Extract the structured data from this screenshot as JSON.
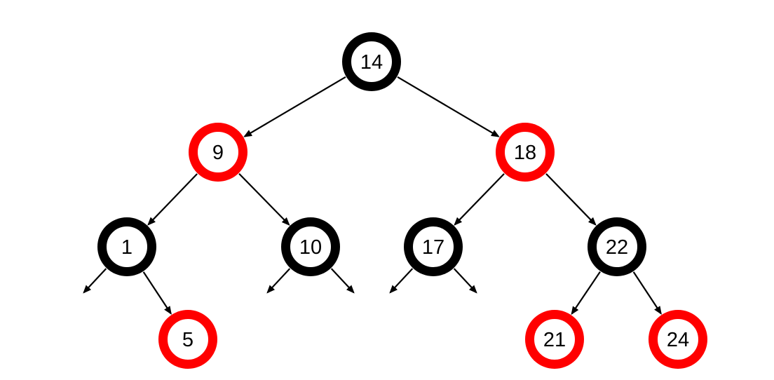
{
  "diagram": {
    "type": "red-black-tree",
    "colors": {
      "black": "#000000",
      "red": "#ff0000",
      "edge": "#000000",
      "node_fill": "#ffffff"
    },
    "nodes": [
      {
        "id": "n14",
        "label": "14",
        "color": "black"
      },
      {
        "id": "n9",
        "label": "9",
        "color": "red"
      },
      {
        "id": "n18",
        "label": "18",
        "color": "red"
      },
      {
        "id": "n1",
        "label": "1",
        "color": "black"
      },
      {
        "id": "n10",
        "label": "10",
        "color": "black"
      },
      {
        "id": "n17",
        "label": "17",
        "color": "black"
      },
      {
        "id": "n22",
        "label": "22",
        "color": "black"
      },
      {
        "id": "n5",
        "label": "5",
        "color": "red"
      },
      {
        "id": "n21",
        "label": "21",
        "color": "red"
      },
      {
        "id": "n24",
        "label": "24",
        "color": "red"
      }
    ],
    "edges": [
      {
        "from": "n14",
        "to": "n9"
      },
      {
        "from": "n14",
        "to": "n18"
      },
      {
        "from": "n9",
        "to": "n1"
      },
      {
        "from": "n9",
        "to": "n10"
      },
      {
        "from": "n18",
        "to": "n17"
      },
      {
        "from": "n18",
        "to": "n22"
      },
      {
        "from": "n1",
        "to": "n5"
      },
      {
        "from": "n22",
        "to": "n21"
      },
      {
        "from": "n22",
        "to": "n24"
      }
    ],
    "null_children": [
      {
        "parent": "n1",
        "side": "left"
      },
      {
        "parent": "n10",
        "side": "left"
      },
      {
        "parent": "n10",
        "side": "right"
      },
      {
        "parent": "n17",
        "side": "left"
      },
      {
        "parent": "n17",
        "side": "right"
      }
    ]
  }
}
